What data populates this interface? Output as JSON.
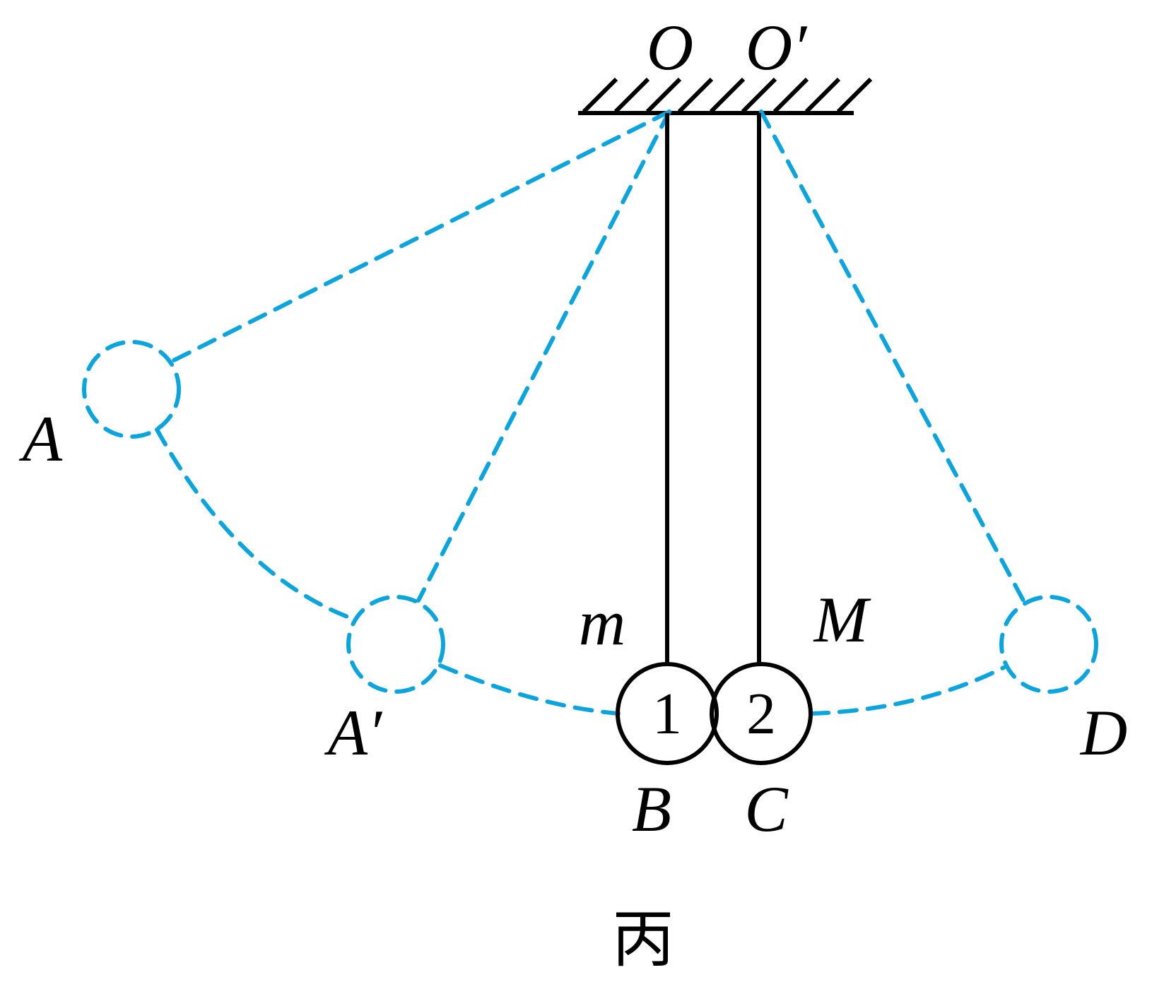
{
  "labels": {
    "pivot1": "O",
    "pivot2": "O′",
    "pos_A": "A",
    "pos_A_prime": "A′",
    "pos_B": "B",
    "pos_C": "C",
    "pos_D": "D",
    "mass_small": "m",
    "mass_large": "M",
    "ball1": "1",
    "ball2": "2"
  },
  "caption": "丙",
  "colors": {
    "dashed_path": "#0aa5df",
    "solid": "#000000"
  }
}
